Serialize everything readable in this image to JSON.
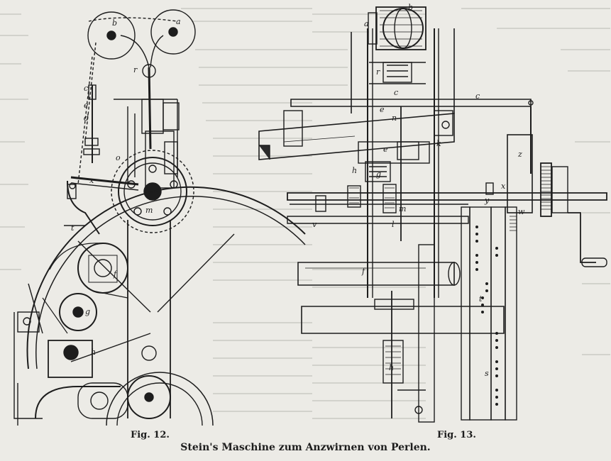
{
  "figures": [
    {
      "caption": "Fig. 12."
    },
    {
      "caption": "Fig. 13."
    }
  ],
  "title": "Stein's Maschine zum Anzwirnen von Perlen.",
  "fig12_letters": [
    "b",
    "a",
    "r",
    "c",
    "e",
    "d",
    "o",
    "x",
    "m",
    "t",
    "f",
    "g",
    "h"
  ],
  "fig13_letters": [
    "a",
    "b",
    "r",
    "c",
    "e",
    "e",
    "n",
    "h",
    "k",
    "g",
    "x",
    "y",
    "z",
    "v",
    "w",
    "l",
    "m",
    "f",
    "h",
    "t",
    "s"
  ],
  "colors": {
    "paper": "#ecebe6",
    "ink": "#1d1d1d",
    "bleed_text": "#9c9c98"
  }
}
